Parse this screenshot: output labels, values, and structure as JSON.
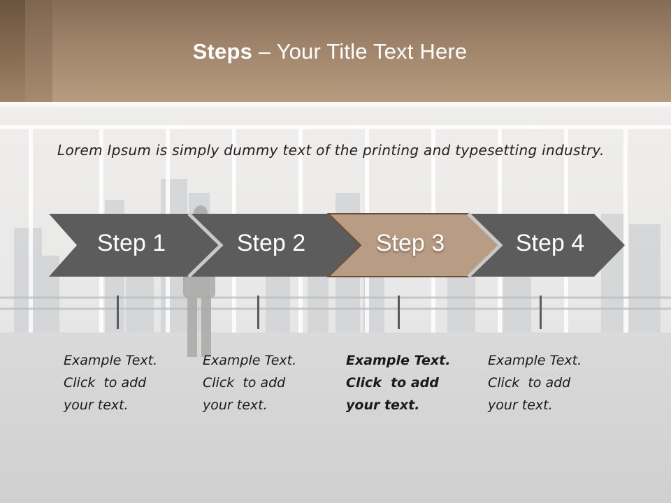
{
  "title": {
    "bold": "Steps",
    "rest": " – Your Title Text Here"
  },
  "intro": "Lorem Ipsum is simply dummy text of the printing and typesetting industry.",
  "steps": [
    {
      "label": "Step 1",
      "lines": [
        "Example Text.",
        "Click  to add",
        "your text."
      ],
      "active": false
    },
    {
      "label": "Step 2",
      "lines": [
        "Example Text.",
        "Click  to add",
        "your text."
      ],
      "active": false
    },
    {
      "label": "Step 3",
      "lines": [
        "Example Text.",
        "Click  to add",
        "your text."
      ],
      "active": true
    },
    {
      "label": "Step 4",
      "lines": [
        "Example Text.",
        "Click  to add",
        "your text."
      ],
      "active": false
    }
  ],
  "colors": {
    "arrow": "#5c5c5c",
    "active_arrow": "#b89c84",
    "active_border": "#6e4f38",
    "header": "#a0846a"
  }
}
